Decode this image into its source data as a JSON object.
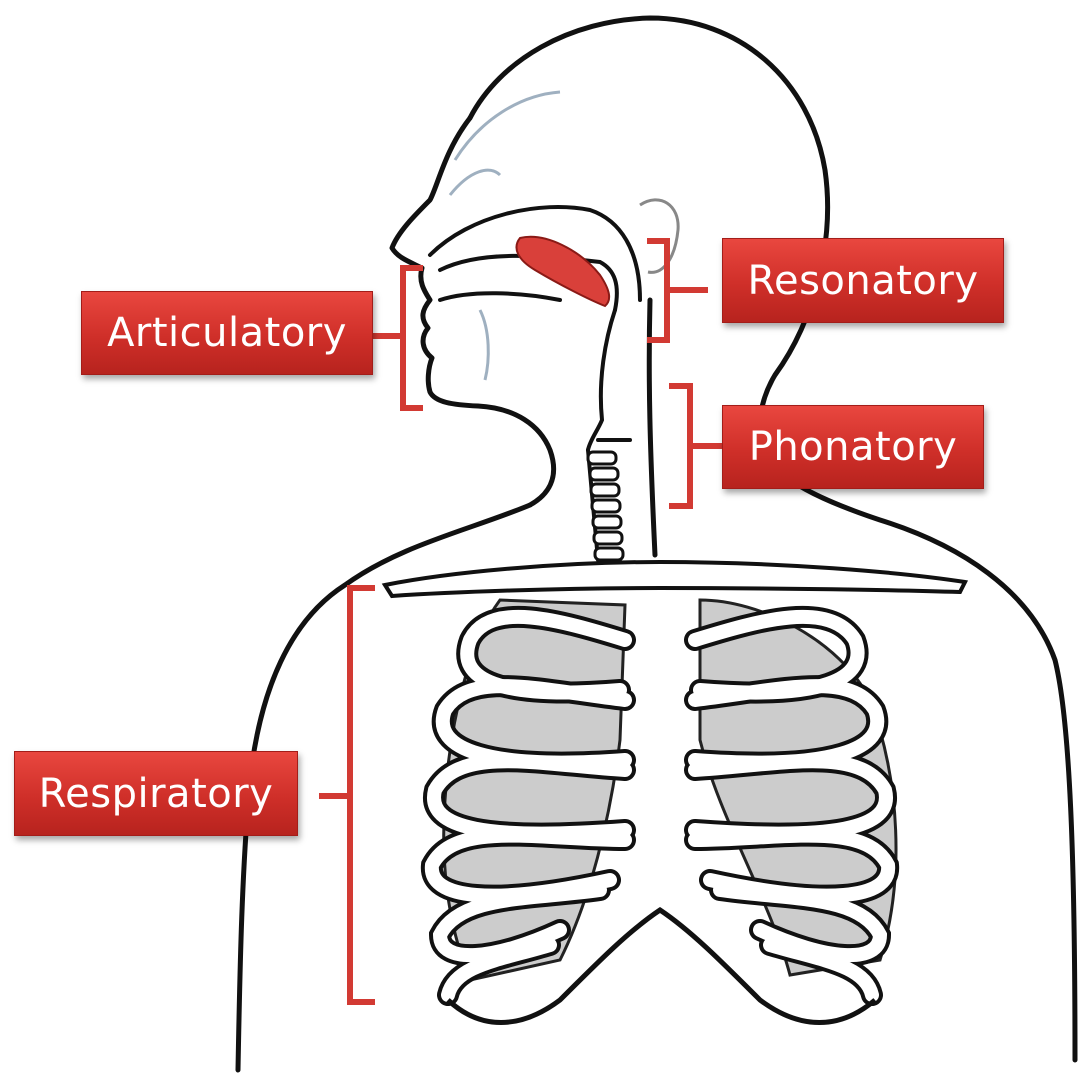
{
  "labels": {
    "articulatory": "Articulatory",
    "resonatory": "Resonatory",
    "phonatory": "Phonatory",
    "respiratory": "Respiratory"
  },
  "colors": {
    "label_fill": "#d5332c",
    "bracket": "#d23a33",
    "lung": "#cccccc",
    "outline": "#111111",
    "muscle": "#d9403a"
  }
}
